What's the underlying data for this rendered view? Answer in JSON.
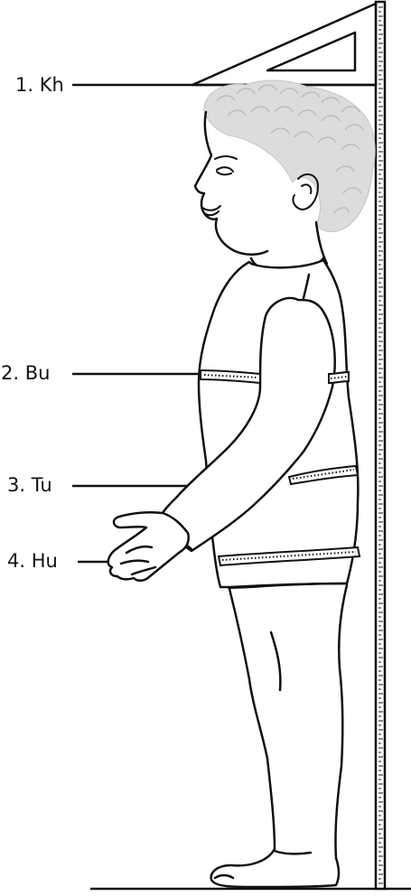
{
  "figure": {
    "labels": [
      {
        "id": "kh",
        "text": "1. Kh"
      },
      {
        "id": "bu",
        "text": "2. Bu"
      },
      {
        "id": "tu",
        "text": "3. Tu"
      },
      {
        "id": "hu",
        "text": "4. Hu"
      }
    ],
    "colors": {
      "ink": "#111111",
      "hair": "#dcdcdc",
      "tape": "#ffffff"
    }
  }
}
